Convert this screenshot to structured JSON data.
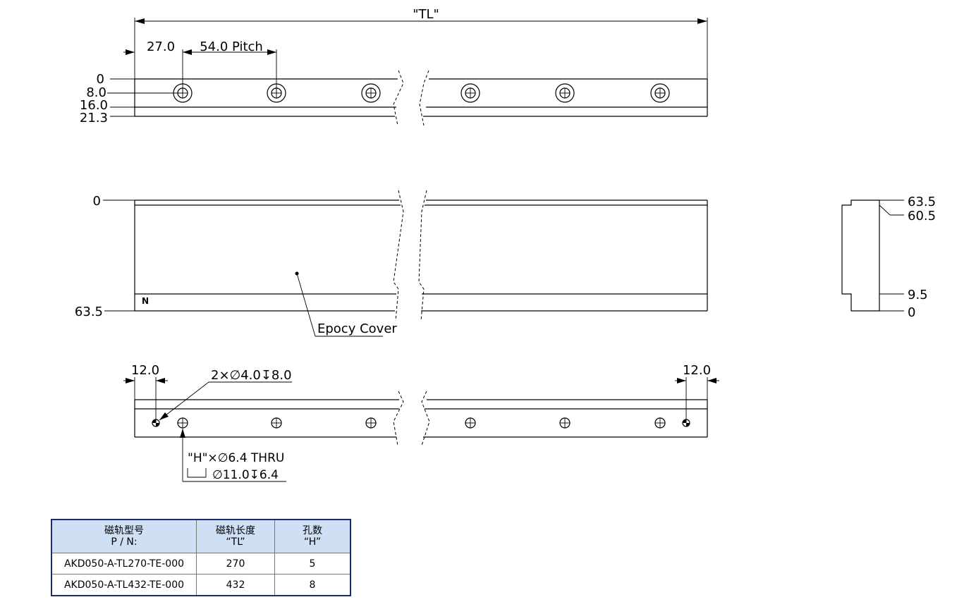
{
  "top_view": {
    "overall_length_label": "\"TL\"",
    "first_hole_offset": "27.0",
    "pitch_label": "54.0 Pitch",
    "row_labels": [
      "0",
      "8.0",
      "16.0",
      "21.3"
    ]
  },
  "front_view": {
    "top_label": "0",
    "bottom_label": "63.5",
    "pole_marker": "N",
    "cover_callout": "Epocy Cover"
  },
  "side_view": {
    "labels": [
      "63.5",
      "60.5",
      "9.5",
      "0"
    ]
  },
  "bottom_view": {
    "left_offset": "12.0",
    "right_offset": "12.0",
    "small_hole_callout": "2×∅4.0↧8.0",
    "thru_hole_callout": "\"H\"×∅6.4 THRU",
    "counterbore_callout": "∅11.0↧6.4"
  },
  "table": {
    "headers": [
      {
        "line1": "磁轨型号",
        "line2": "P / N:"
      },
      {
        "line1": "磁轨长度",
        "line2": "“TL”"
      },
      {
        "line1": "孔数",
        "line2": "“H”"
      }
    ],
    "rows": [
      {
        "pn": "AKD050-A-TL270-TE-000",
        "tl": "270",
        "h": "5"
      },
      {
        "pn": "AKD050-A-TL432-TE-000",
        "tl": "432",
        "h": "8"
      }
    ]
  },
  "colors": {
    "table_header_bg": "#cfe0f5",
    "table_border": "#1f2a6b"
  }
}
